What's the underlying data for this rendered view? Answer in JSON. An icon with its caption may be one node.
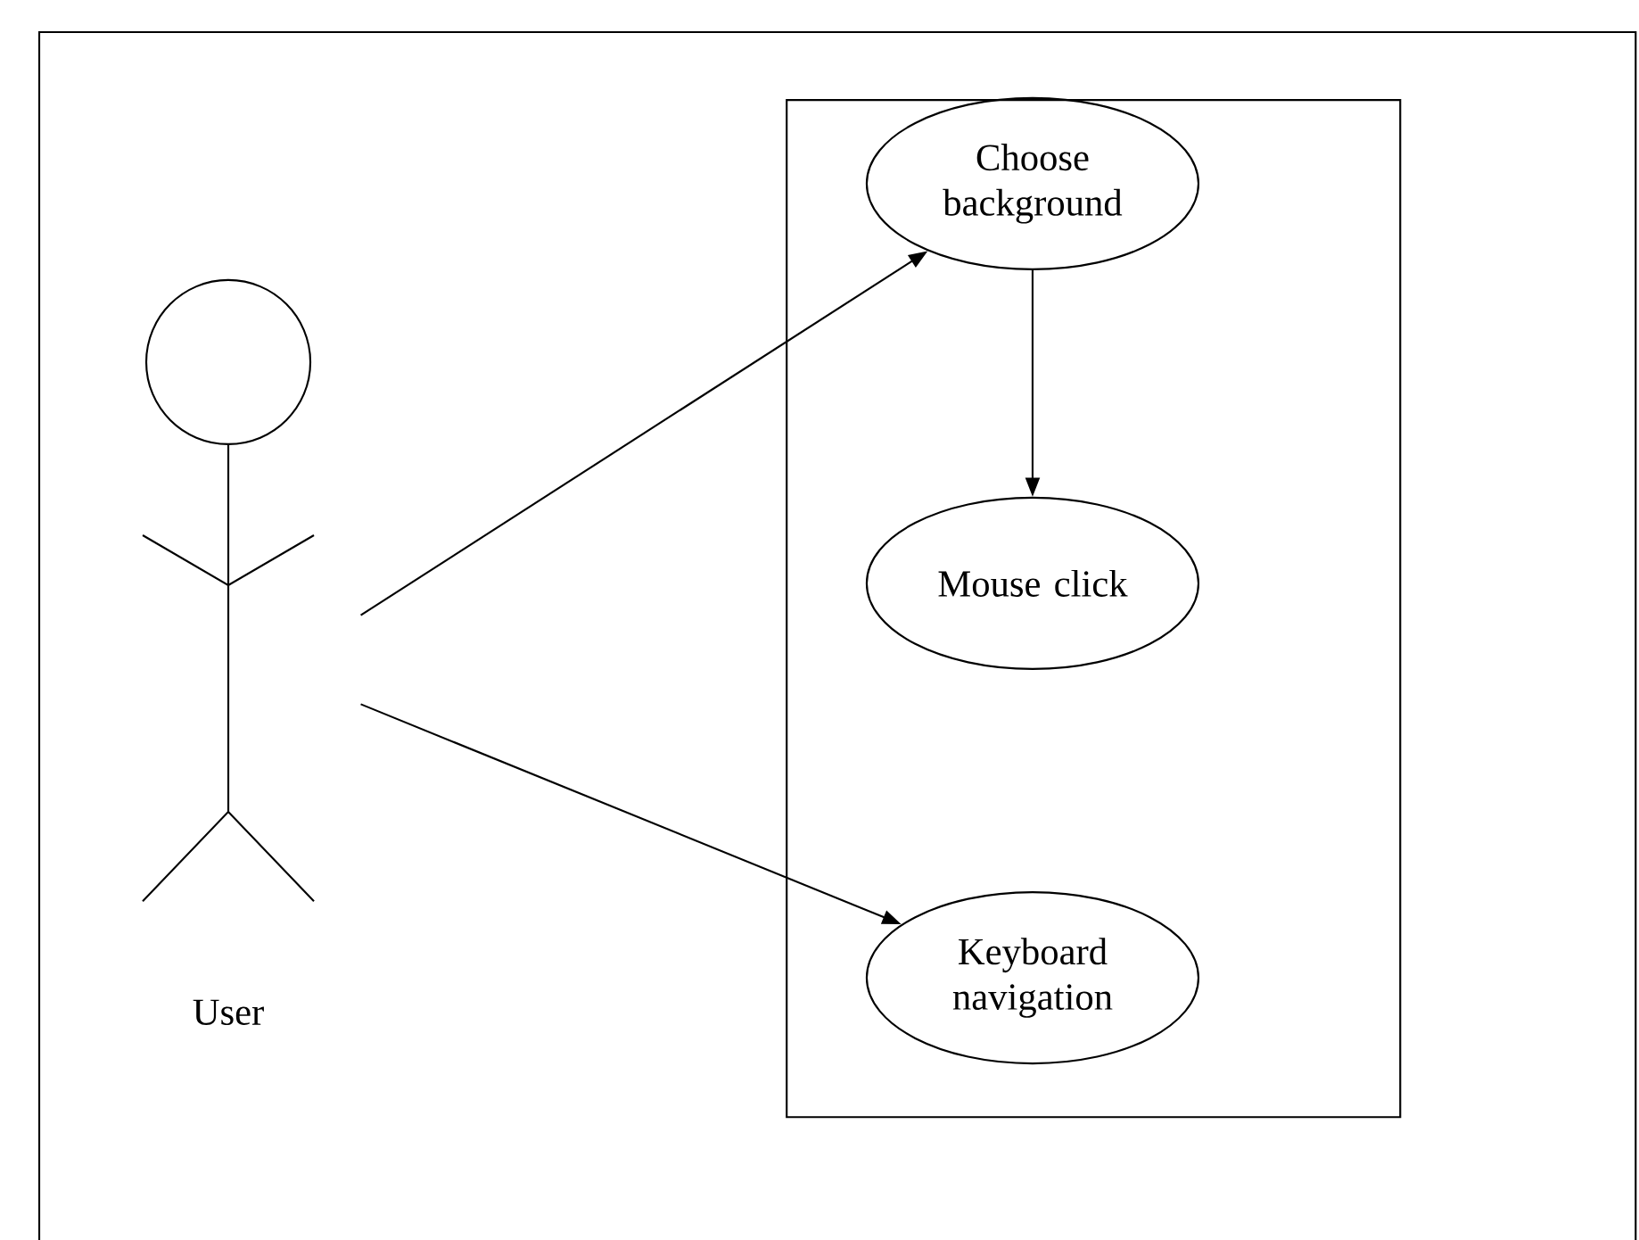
{
  "diagram": {
    "nodes": [
      {
        "text": [
          "User"
        ]
      },
      {
        "text": [],
        "shape": "box"
      },
      {
        "text": [
          "Choose background"
        ],
        "in": 1
      },
      {
        "text": [
          "Mouse click"
        ],
        "in": 1
      },
      {
        "text": [
          "Keyboard navigation"
        ],
        "in": 1
      }
    ],
    "edges": [
      {
        "from": 0,
        "to": 2,
        "arrow": "to"
      },
      {
        "from": 2,
        "to": 3,
        "arrow": "to"
      },
      {
        "from": 0,
        "to": 4,
        "arrow": "to"
      }
    ]
  }
}
